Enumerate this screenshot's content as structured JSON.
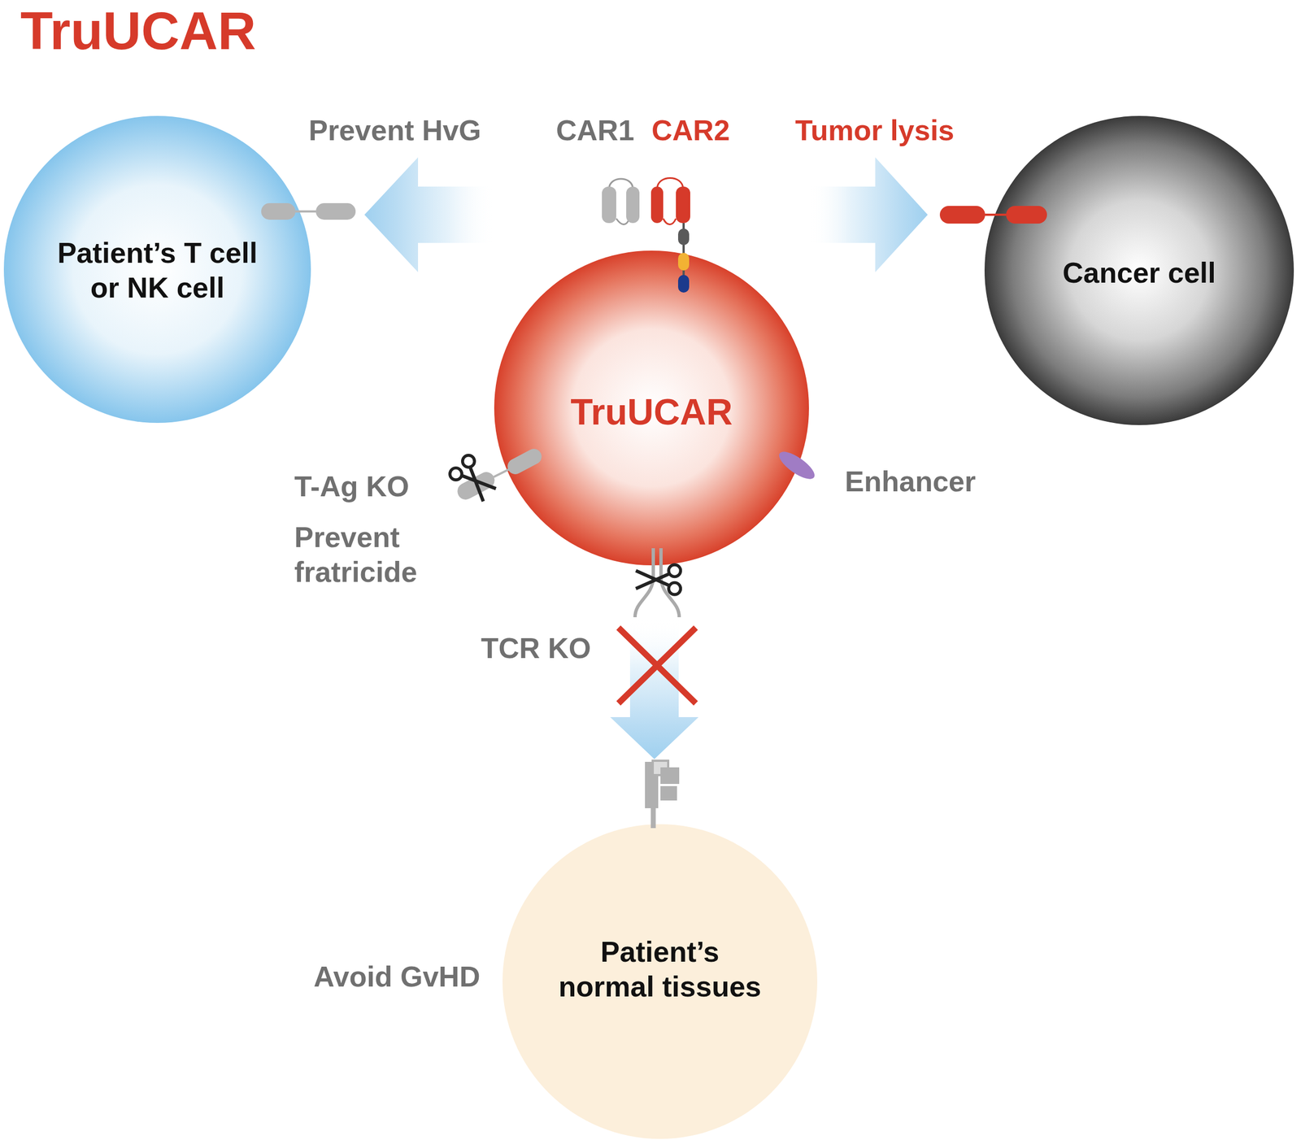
{
  "diagram": {
    "title": "TruUCAR",
    "nodes": [
      {
        "text": [
          "Patient’s T cell or NK cell"
        ]
      },
      {
        "text": [
          "Cancer cell"
        ]
      },
      {
        "text": [
          "TruUCAR"
        ]
      },
      {
        "text": [
          "Patient’s normal tissues"
        ]
      }
    ],
    "edges": [
      {
        "from": 2,
        "to": 0,
        "arrow": "to",
        "label": "Prevent HvG"
      },
      {
        "from": 2,
        "to": 1,
        "arrow": "to",
        "label": "Tumor lysis"
      },
      {
        "from": 2,
        "to": 3,
        "arrow": "to"
      }
    ],
    "labels": [
      "CAR1",
      "CAR2",
      "T-Ag KO",
      "Prevent fratricide",
      "Enhancer",
      "TCR KO",
      "Avoid GvHD"
    ]
  }
}
